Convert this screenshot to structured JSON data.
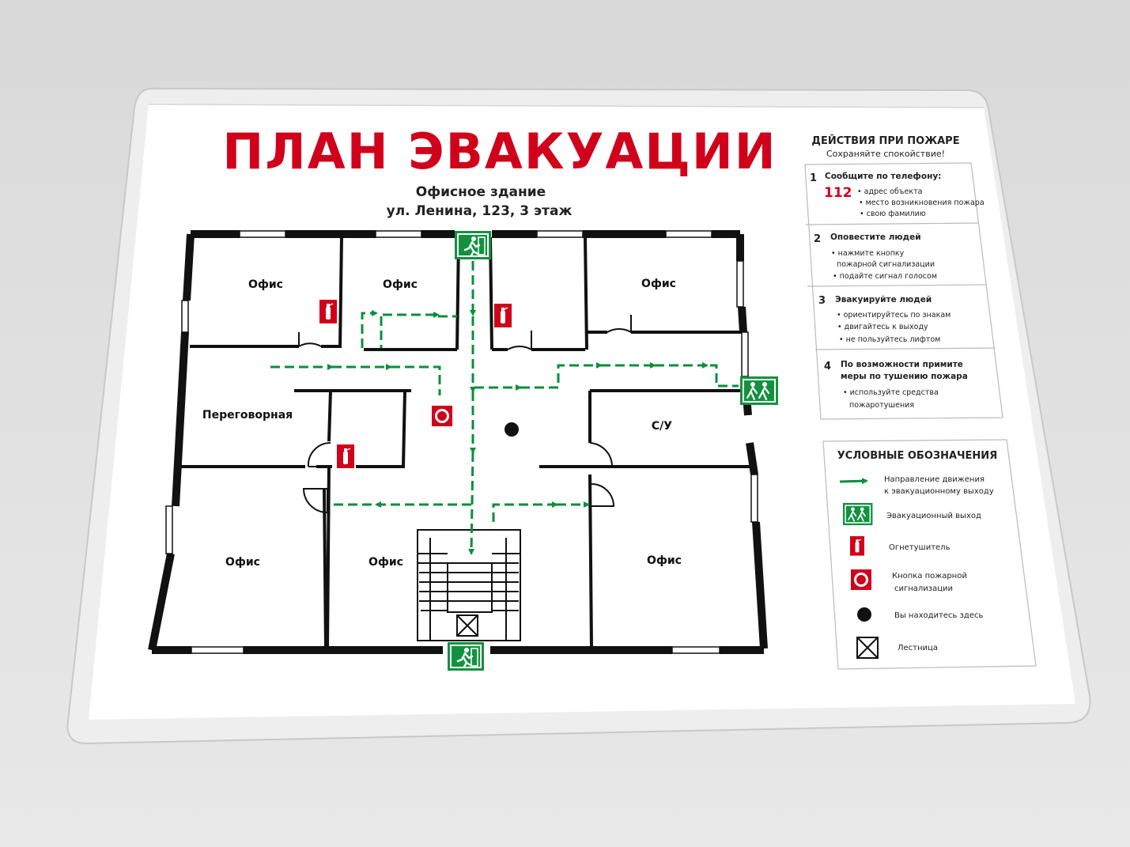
{
  "title": "ПЛАН ЭВАКУАЦИИ",
  "subtitle_line1": "Офисное здание",
  "subtitle_line2": "ул. Ленина, 123, 3 этаж",
  "rooms": {
    "office_top_left": "Офис",
    "office_top_mid": "Офис",
    "office_top_right": "Офис",
    "meeting": "Переговорная",
    "wc": "С/У",
    "office_bottom_left": "Офис",
    "office_bottom_mid": "Офис",
    "office_bottom_right": "Офис"
  },
  "actions": {
    "heading": "ДЕЙСТВИЯ ПРИ ПОЖАРЕ",
    "subheading": "Сохраняйте спокойствие!",
    "steps": [
      {
        "num": "1",
        "title": "Сообщите по телефону:",
        "phone": "112",
        "items": [
          "• адрес объекта",
          "• место возникновения пожара",
          "• свою фамилию"
        ]
      },
      {
        "num": "2",
        "title": "Оповестите людей",
        "items": [
          "• нажмите кнопку",
          "пожарной сигнализации",
          "• подайте сигнал голосом"
        ]
      },
      {
        "num": "3",
        "title": "Эвакуируйте людей",
        "items": [
          "• ориентируйтесь по знакам",
          "• двигайтесь к выходу",
          "• не пользуйтесь лифтом"
        ]
      },
      {
        "num": "4",
        "title_line1": "По возможности примите",
        "title_line2": "меры по тушению пожара",
        "items": [
          "• используйте средства",
          "пожаротушения"
        ]
      }
    ]
  },
  "legend": {
    "heading": "УСЛОВНЫЕ ОБОЗНАЧЕНИЯ",
    "direction_line1": "Направление движения",
    "direction_line2": "к эвакуационному выходу",
    "exit": "Эвакуационный выход",
    "extinguisher": "Огнетушитель",
    "alarm_line1": "Кнопка пожарной",
    "alarm_line2": "сигнализации",
    "here": "Вы находитесь здесь",
    "stairs": "Лестница"
  },
  "colors": {
    "title_red": "#d0021b",
    "route_green": "#0a8f3c",
    "sign_green": "#12923f",
    "wall_black": "#111111"
  }
}
